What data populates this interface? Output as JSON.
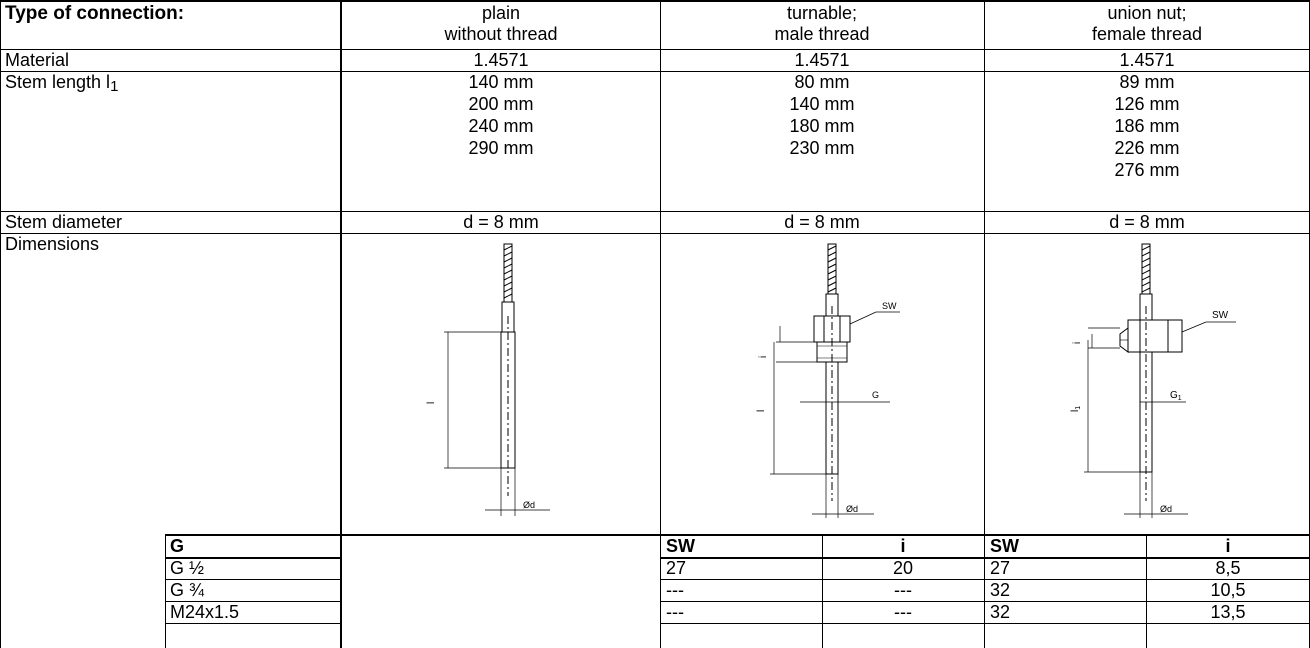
{
  "header": {
    "label": "Type of connection:",
    "columns": [
      {
        "line1": "plain",
        "line2": "without thread"
      },
      {
        "line1": "turnable;",
        "line2": "male thread"
      },
      {
        "line1": "union nut;",
        "line2": "female thread"
      }
    ]
  },
  "material": {
    "label": "Material",
    "values": [
      "1.4571",
      "1.4571",
      "1.4571"
    ]
  },
  "stem_length": {
    "label": "Stem length l",
    "subscript": "1",
    "values": [
      [
        "140 mm",
        "200 mm",
        "240 mm",
        "290 mm"
      ],
      [
        "80 mm",
        "140 mm",
        "180 mm",
        "230 mm"
      ],
      [
        "89 mm",
        "126 mm",
        "186 mm",
        "226 mm",
        "276 mm"
      ]
    ]
  },
  "stem_diameter": {
    "label": "Stem diameter",
    "values": [
      "d = 8 mm",
      "d = 8 mm",
      "d = 8 mm"
    ]
  },
  "dimensions": {
    "label": "Dimensions",
    "drawing_labels": {
      "l": "l",
      "l1": "l",
      "l1_sub": "1",
      "i": "i",
      "sw": "SW",
      "g": "G",
      "g1": "G",
      "g1_sub": "1",
      "od": "Ød"
    }
  },
  "thread_table": {
    "header": {
      "g": "G",
      "sw1": "SW",
      "i1": "i",
      "sw2": "SW",
      "i2": "i"
    },
    "rows": [
      {
        "g": "G ½",
        "sw1": "27",
        "i1": "20",
        "sw2": "27",
        "i2": "8,5"
      },
      {
        "g": "G ¾",
        "sw1": "---",
        "i1": "---",
        "sw2": "32",
        "i2": "10,5"
      },
      {
        "g": "M24x1.5",
        "sw1": "---",
        "i1": "---",
        "sw2": "32",
        "i2": "13,5"
      }
    ]
  }
}
